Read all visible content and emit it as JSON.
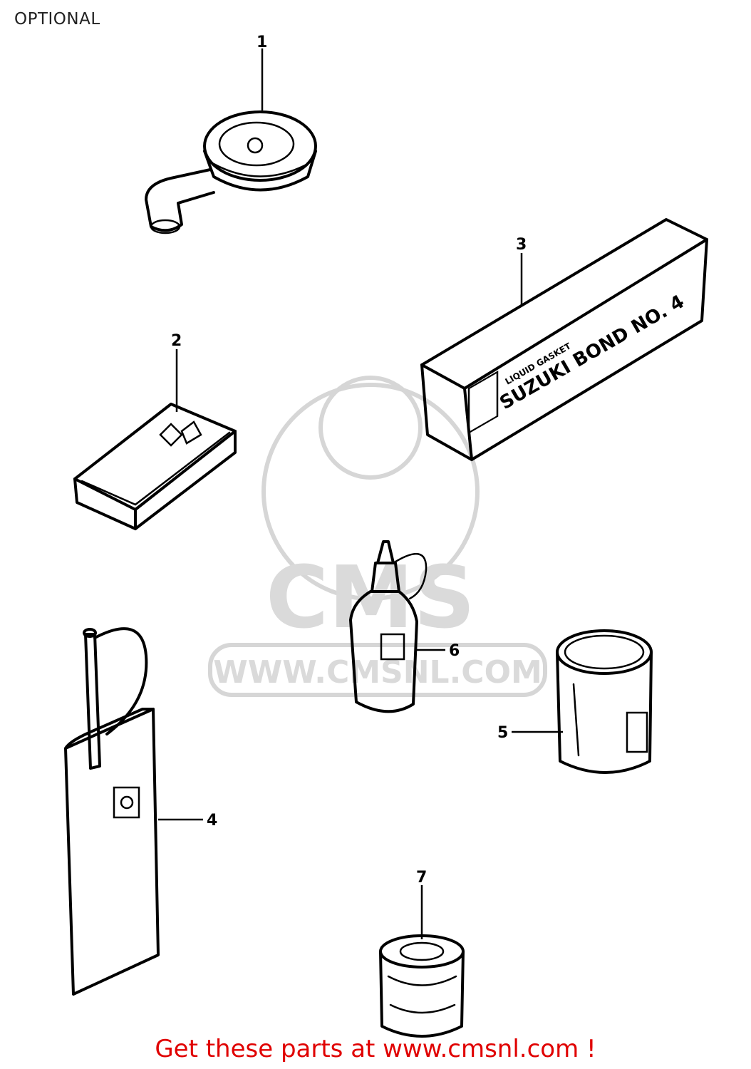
{
  "header": {
    "title": "OPTIONAL"
  },
  "footer": {
    "cta": "Get these parts at www.cmsnl.com !"
  },
  "watermark": {
    "brand": "CMS",
    "url": "WWW.CMSNL.COM",
    "color": "#d6d6d6"
  },
  "parts": [
    {
      "number": "1"
    },
    {
      "number": "2"
    },
    {
      "number": "3"
    },
    {
      "number": "4"
    },
    {
      "number": "5"
    },
    {
      "number": "6"
    },
    {
      "number": "7"
    }
  ],
  "part3_box": {
    "brand": "SUZUKI BOND NO. 4",
    "subtitle": "LIQUID GASKET"
  },
  "colors": {
    "cta": "#e00000",
    "ink": "#000000"
  }
}
